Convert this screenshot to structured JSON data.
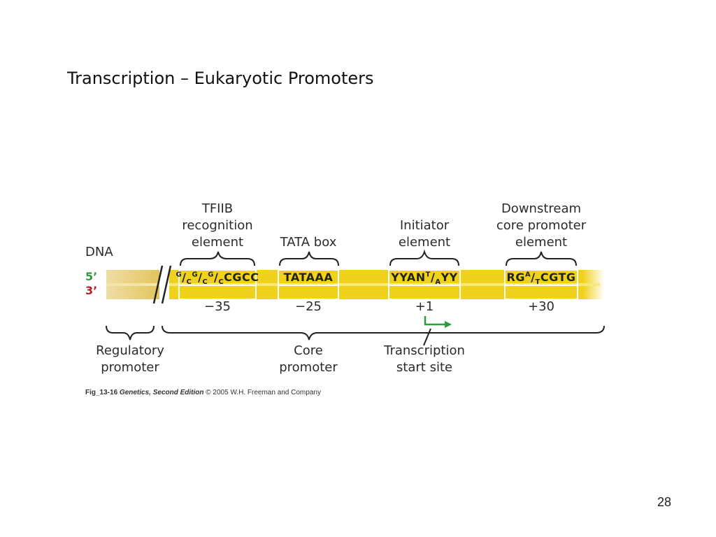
{
  "slide": {
    "title": "Transcription – Eukaryotic Promoters",
    "page_number": "28"
  },
  "diagram": {
    "dna_label": "DNA",
    "strand_5": "5’",
    "strand_3": "3’",
    "elements": [
      {
        "name_lines": [
          "TFIIB",
          "recognition",
          "element"
        ],
        "sequence": "G/C G/C G/C CGCC",
        "position": "−35"
      },
      {
        "name_lines": [
          "TATA box"
        ],
        "sequence": "TATAAA",
        "position": "−25"
      },
      {
        "name_lines": [
          "Initiator",
          "element"
        ],
        "sequence": "YYAN T/A YY",
        "position": "+1"
      },
      {
        "name_lines": [
          "Downstream",
          "core promoter",
          "element"
        ],
        "sequence": "RG A/T CGTG",
        "position": "+30"
      }
    ],
    "regions": {
      "regulatory": [
        "Regulatory",
        "promoter"
      ],
      "core": [
        "Core",
        "promoter"
      ],
      "start_site": [
        "Transcription",
        "start site"
      ]
    },
    "colors": {
      "dna_yellow": "#f0d21c",
      "dna_band": "#f7ea7a",
      "strand_5_green": "#2e9a3c",
      "strand_3_red": "#b3202a",
      "arrow_green": "#2e9a3c"
    }
  },
  "caption": {
    "fig": "Fig_13-16",
    "book": "Genetics, Second Edition",
    "rest": "© 2005 W.H. Freeman and Company"
  }
}
